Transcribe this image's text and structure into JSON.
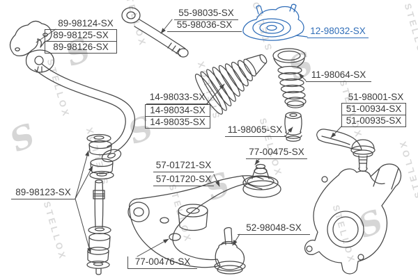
{
  "watermark": {
    "brand": "STELLOX",
    "logo_letter": "S"
  },
  "colors": {
    "line": "#474747",
    "label_text": "#3a3a3a",
    "highlight": "#2f6db8",
    "watermark": "#d9d9d9"
  },
  "labels": {
    "stabilizer_bushings": [
      "89-98124-SX",
      "89-98125-SX",
      "89-98126-SX"
    ],
    "inner_tie_rod": [
      "55-98035-SX",
      "55-98036-SX"
    ],
    "strut_mount": "12-98032-SX",
    "strut_boot": "11-98064-SX",
    "outer_tie_rod": [
      "51-98001-SX",
      "51-00934-SX",
      "51-00935-SX"
    ],
    "rack_boots": [
      "14-98033-SX",
      "14-98034-SX",
      "14-98035-SX"
    ],
    "bump_stop": "11-98065-SX",
    "arm_rear_bushing": "77-00475-SX",
    "arm_front_bushings": [
      "57-01721-SX",
      "57-01720-SX"
    ],
    "ball_joint": "52-98048-SX",
    "control_arm": "77-00476-SX",
    "stabilizer_link": "89-98123-SX"
  }
}
